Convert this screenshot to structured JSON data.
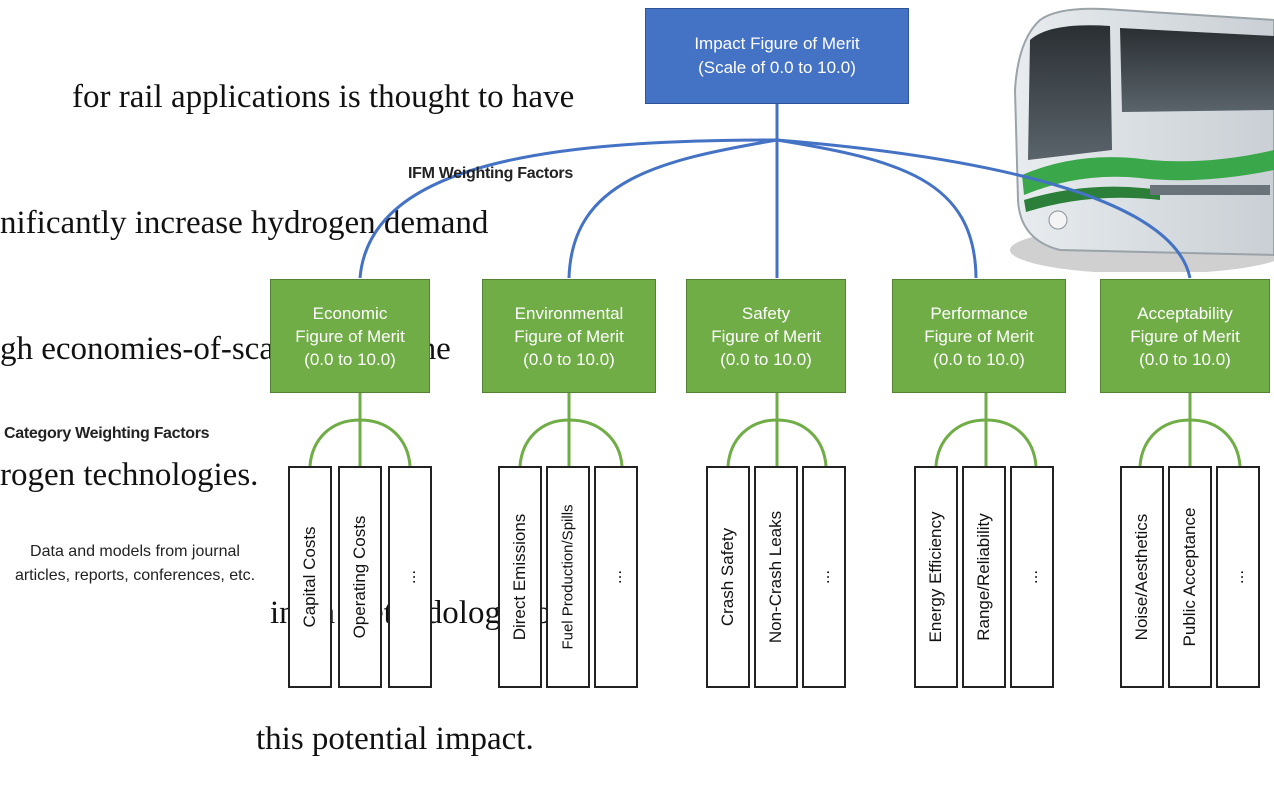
{
  "intro_lines": [
    "for rail applications is thought to have",
    "nificantly increase hydrogen demand",
    "gh economies-of-scale, reduce the",
    "rogen technologies.",
    "ing a methodology to",
    "this potential impact."
  ],
  "top_box": {
    "title": "Impact Figure of Merit",
    "subtitle": "(Scale of 0.0 to 10.0)"
  },
  "labels": {
    "ifm_weighting": "IFM Weighting Factors",
    "category_weighting": "Category Weighting Factors",
    "data_sources": "Data and models from journal articles, reports, conferences, etc."
  },
  "categories": [
    {
      "line1": "Economic",
      "line2": "Figure of Merit",
      "line3": "(0.0 to 10.0)",
      "items": [
        "Capital Costs",
        "Operating Costs",
        "..."
      ]
    },
    {
      "line1": "Environmental",
      "line2": "Figure of Merit",
      "line3": "(0.0 to 10.0)",
      "items": [
        "Direct Emissions",
        "Fuel Production/Spills",
        "..."
      ]
    },
    {
      "line1": "Safety",
      "line2": "Figure of Merit",
      "line3": "(0.0 to 10.0)",
      "items": [
        "Crash Safety",
        "Non-Crash Leaks",
        "..."
      ]
    },
    {
      "line1": "Performance",
      "line2": "Figure of Merit",
      "line3": "(0.0 to 10.0)",
      "items": [
        "Energy Efficiency",
        "Range/Reliability",
        "..."
      ]
    },
    {
      "line1": "Acceptability",
      "line2": "Figure of Merit",
      "line3": "(0.0 to 10.0)",
      "items": [
        "Noise/Aesthetics",
        "Public Acceptance",
        "..."
      ]
    }
  ],
  "colors": {
    "blue_box": "#4472c4",
    "blue_line": "#4472c4",
    "green_box": "#70ad47",
    "green_line": "#70ad47"
  }
}
